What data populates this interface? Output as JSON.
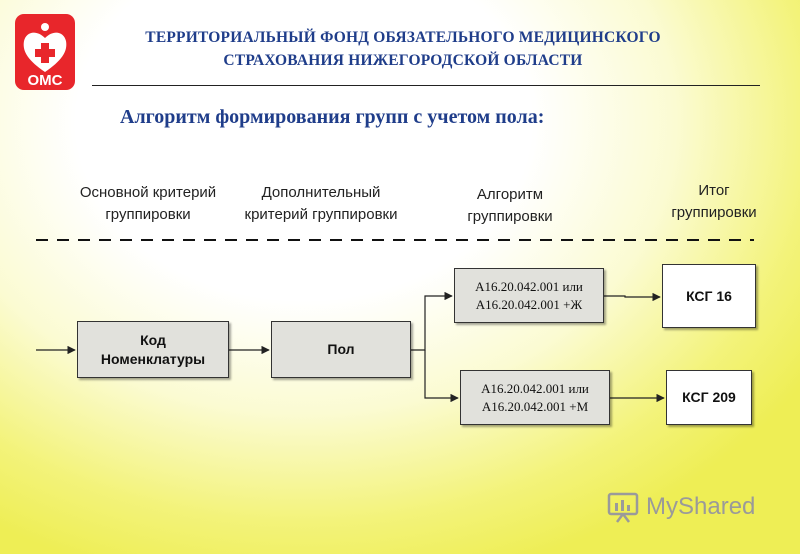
{
  "header": {
    "logo_text": "ОМС",
    "title_line1": "ТЕРРИТОРИАЛЬНЫЙ ФОНД ОБЯЗАТЕЛЬНОГО МЕДИЦИНСКОГО",
    "title_line2": "СТРАХОВАНИЯ НИЖЕГОРОДСКОЙ ОБЛАСТИ"
  },
  "slide_title": "Алгоритм формирования групп с учетом пола:",
  "columns": [
    {
      "line1": "Основной критерий",
      "line2": "группировки"
    },
    {
      "line1": "Дополнительный",
      "line2": "критерий группировки"
    },
    {
      "line1": "Алгоритм",
      "line2": "группировки"
    },
    {
      "line1": "Итог",
      "line2": "группировки"
    }
  ],
  "boxes": {
    "code": {
      "line1": "Код",
      "line2": "Номенклатуры"
    },
    "sex": {
      "line1": "Пол"
    },
    "algo_female": {
      "line1": "А16.20.042.001 или",
      "line2": "А16.20.042.001 +Ж"
    },
    "algo_male": {
      "line1": "А16.20.042.001 или",
      "line2": "А16.20.042.001 +М"
    },
    "ksg16": {
      "line1": "КСГ 16"
    },
    "ksg209": {
      "line1": "КСГ 209"
    }
  },
  "watermark": {
    "text": "MyShared"
  },
  "colors": {
    "title_blue": "#1f3d8a",
    "logo_red": "#e8262b",
    "box_gray": "#e1e1dc"
  }
}
